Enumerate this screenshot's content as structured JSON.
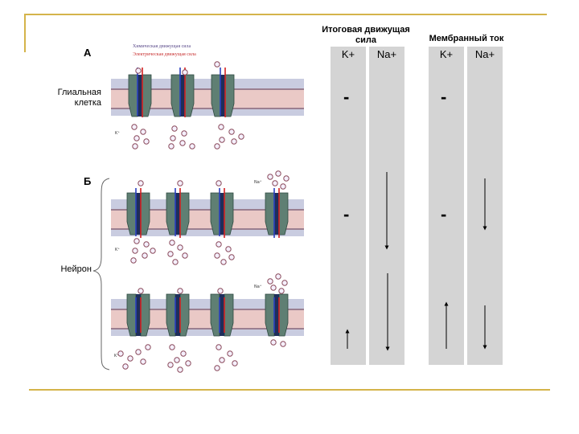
{
  "panels": {
    "a_label": "А",
    "b_label": "Б",
    "glial_label": "Глиальная клетка",
    "neuron_label": "Нейрон"
  },
  "legend": {
    "chemical": "Химическая движущая сила",
    "electrical": "Электрическая движущая сила"
  },
  "columns": {
    "driving_force_header": "Итоговая движущая сила",
    "membrane_current_header": "Мембранный ток",
    "k_label": "K+",
    "na_label": "Na+"
  },
  "cells": {
    "row1": {
      "driving_k": "-",
      "current_k": "-"
    },
    "row2": {
      "driving_k": "-",
      "current_k": "-"
    }
  },
  "ions": {
    "k": "K⁺",
    "na": "Na⁺"
  },
  "colors": {
    "frame": "#d4b44a",
    "column_bg": "#d4d4d4",
    "chemical_arrow": "#2a3fbf",
    "electrical_arrow": "#d42020",
    "channel": "#5f7f73"
  }
}
